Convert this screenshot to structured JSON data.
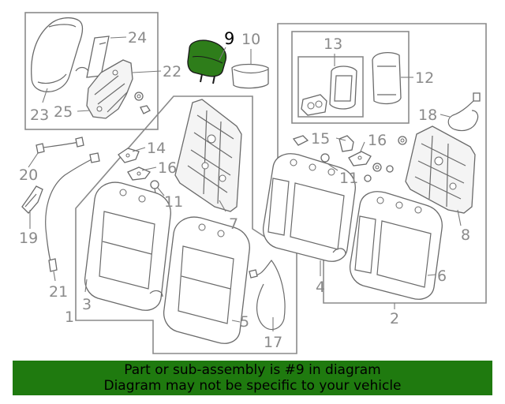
{
  "highlight_color": "#2e7d1a",
  "banner_color": "#1f7a0f",
  "callouts": {
    "c1": "1",
    "c2": "2",
    "c3": "3",
    "c4": "4",
    "c5": "5",
    "c6": "6",
    "c7": "7",
    "c8": "8",
    "c9": "9",
    "c10": "10",
    "c11a": "11",
    "c11b": "11",
    "c12": "12",
    "c13": "13",
    "c14": "14",
    "c15": "15",
    "c16a": "16",
    "c16b": "16",
    "c17": "17",
    "c18": "18",
    "c19": "19",
    "c20": "20",
    "c21": "21",
    "c22": "22",
    "c23": "23",
    "c24": "24",
    "c25": "25"
  },
  "banner": {
    "line1": "Part or sub-assembly is #9 in diagram",
    "line2": "Diagram may not be specific to your vehicle"
  }
}
